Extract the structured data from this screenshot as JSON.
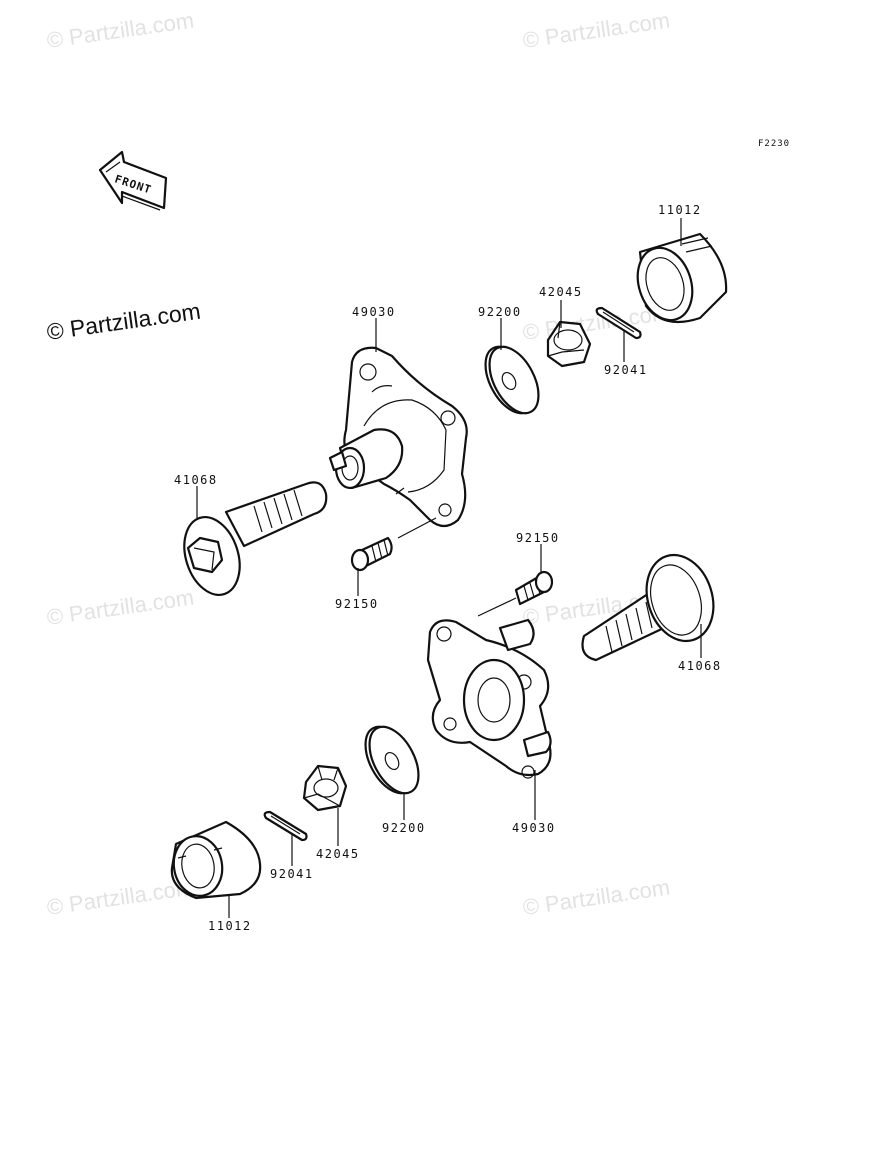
{
  "figure_code": "F2230",
  "front_label": "FRONT",
  "watermarks": {
    "main": "© Partzilla.com",
    "faint": "© Partzilla.com"
  },
  "labels": {
    "upper_hub": "49030",
    "upper_washer": "92200",
    "upper_nut": "42045",
    "upper_pin": "92041",
    "upper_cap": "11012",
    "upper_axle": "41068",
    "upper_bolt": "92150",
    "lower_bolt": "92150",
    "lower_axle": "41068",
    "lower_hub": "49030",
    "lower_washer": "92200",
    "lower_nut": "42045",
    "lower_pin": "92041",
    "lower_cap": "11012"
  }
}
